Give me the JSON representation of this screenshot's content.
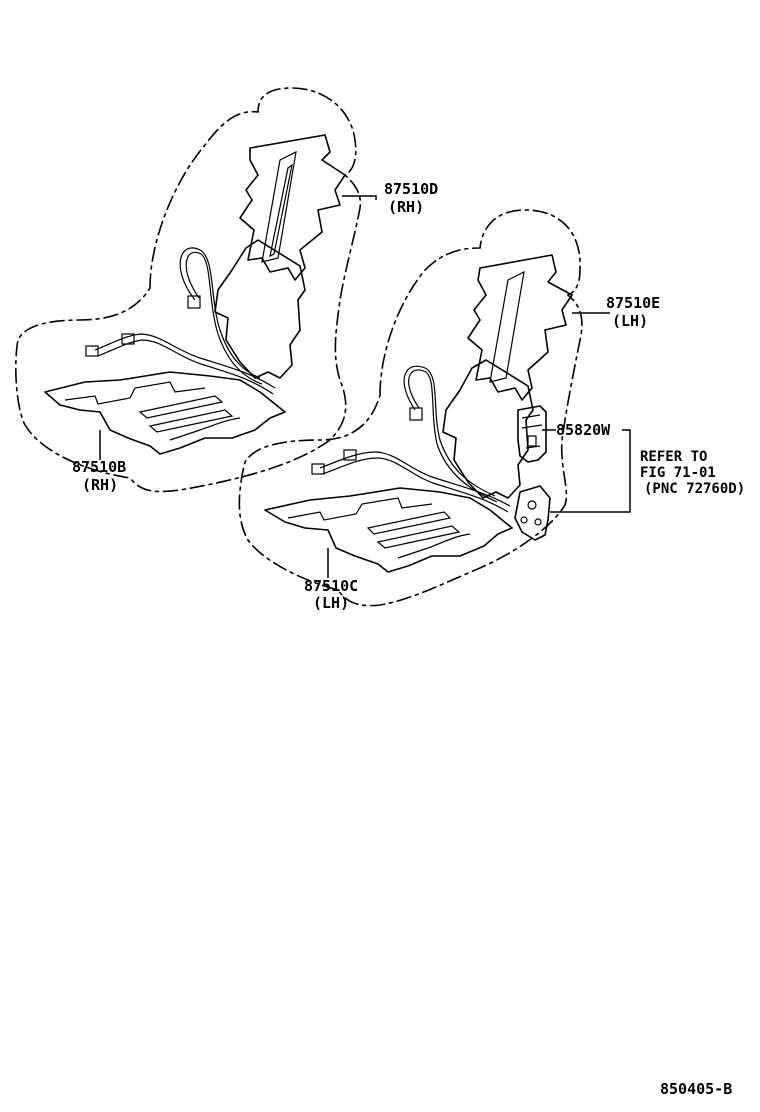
{
  "callouts": {
    "seatback_heater_rh": {
      "part_no": "87510D",
      "side": "(RH)"
    },
    "seatback_heater_lh": {
      "part_no": "87510E",
      "side": "(LH)"
    },
    "cushion_heater_rh": {
      "part_no": "87510B",
      "side": "(RH)"
    },
    "cushion_heater_lh": {
      "part_no": "87510C",
      "side": "(LH)"
    },
    "switch": {
      "part_no": "85820W"
    }
  },
  "reference_note": {
    "line1": "REFER TO",
    "line2": "FIG 71-01",
    "line3": "(PNC 72760D)"
  },
  "illustration_code": "850405-B"
}
